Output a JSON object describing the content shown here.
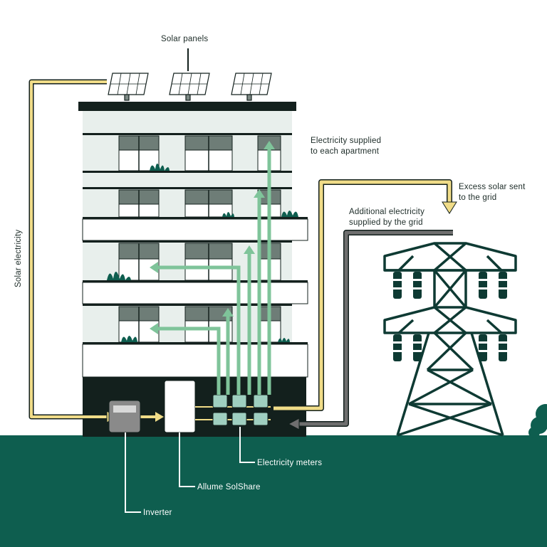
{
  "labels": {
    "solar_panels": "Solar panels",
    "solar_electricity": "Solar electricity",
    "supplied_apartment_l1": "Electricity supplied",
    "supplied_apartment_l2": "to each apartment",
    "excess_solar_l1": "Excess solar sent",
    "excess_solar_l2": "to the grid",
    "additional_grid_l1": "Additional electricity",
    "additional_grid_l2": "supplied by the grid",
    "electricity_meters": "Electricity meters",
    "allume_solshare": "Allume SolShare",
    "inverter": "Inverter"
  },
  "colors": {
    "ground": "#0e5e4f",
    "building_dark": "#13201d",
    "building_light": "#e8efec",
    "window": "#6e7d77",
    "solar_line": "#f0dc88",
    "grid_line": "#6f6f6f",
    "apartment_arrow": "#7fc49a",
    "tower": "#0e3a33",
    "meter": "#9fcfc0"
  }
}
